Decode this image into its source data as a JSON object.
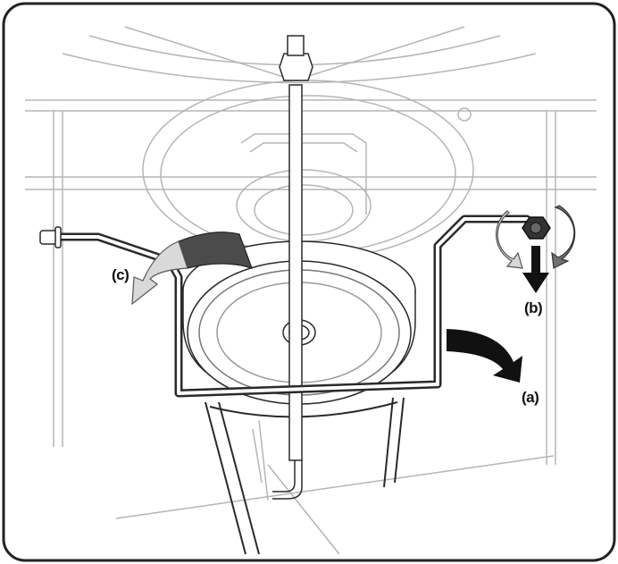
{
  "diagram": {
    "labels": {
      "a": "(a)",
      "b": "(b)",
      "c": "(c)"
    },
    "colors": {
      "frame": "#222222",
      "line_light": "#b5b5b5",
      "line_dark": "#2a2a2a",
      "arrow_dark": "#111111",
      "arrow_gray": "#6f6f6f",
      "arrow_light": "#d7d7d7"
    }
  }
}
